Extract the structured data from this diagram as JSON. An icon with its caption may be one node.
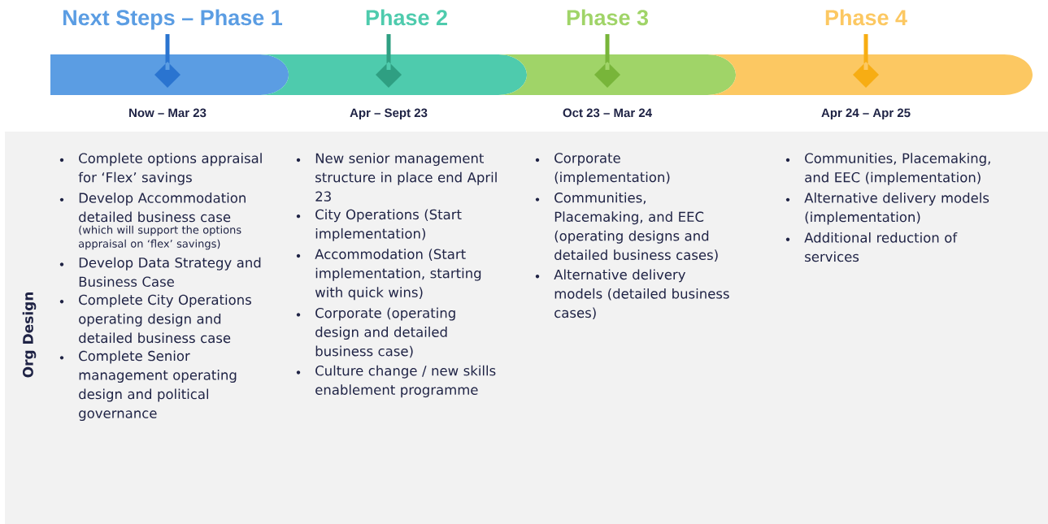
{
  "diagram": {
    "nodes": [
      {
        "text": [],
        "shape": "bar"
      },
      {
        "text": [],
        "shape": "bar"
      },
      {
        "text": [],
        "shape": "bar"
      },
      {
        "text": [],
        "shape": "bar"
      },
      {
        "text": [
          "Org Design"
        ]
      }
    ],
    "labels": [
      "Next Steps – Phase 1",
      "Phase 2",
      "Phase 3",
      "Phase 4",
      "Now – Mar 23",
      "Apr – Sept 23",
      "Oct 23 – Mar 24",
      "Apr 24 – Apr 25",
      "Complete options appraisal for ‘Flex’ savings",
      "Develop Accommodation detailed business case",
      "(which will support the options appraisal on ‘flex’ savings)",
      "Develop Data Strategy and Business Case",
      "Complete City Operations operating design and detailed business case",
      "Complete Senior management operating design and political governance",
      "New senior management structure in place end April 23",
      "City Operations (Start implementation)",
      "Accommodation (Start implementation, starting with quick wins)",
      "Corporate (operating design and detailed business case)",
      "Culture change / new skills enablement programme",
      "Corporate (implementation)",
      "Communities, Placemaking, and EEC (operating designs and detailed business cases)",
      "Alternative delivery models (detailed business cases)",
      "Communities, Placemaking, and EEC (implementation)",
      "Alternative delivery models (implementation)",
      "Additional reduction of services"
    ]
  }
}
